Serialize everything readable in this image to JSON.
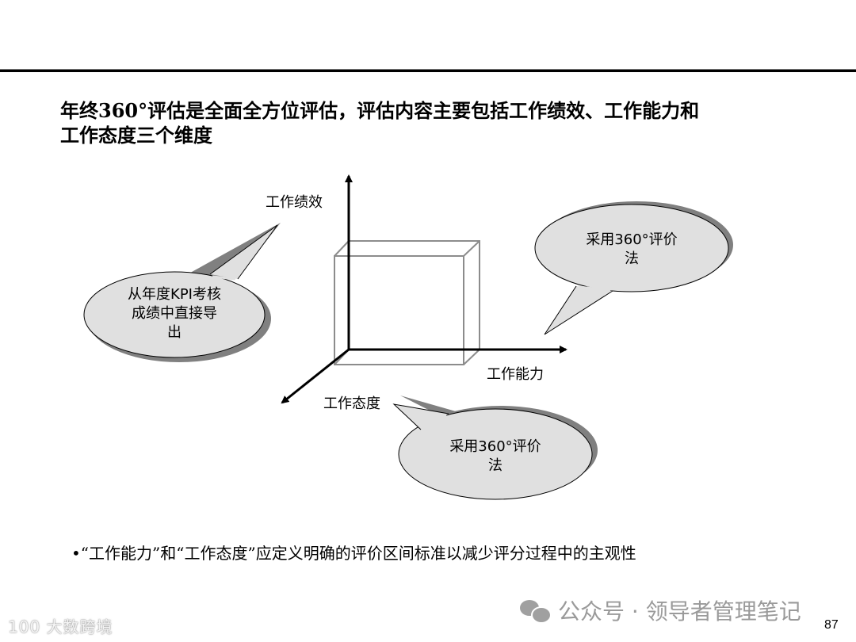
{
  "slide": {
    "headline_line1": "年终360°评估是全面全方位评估，评估内容主要包括工作绩效、工作能力和",
    "headline_line2": "工作态度三个维度",
    "page_number": "87"
  },
  "diagram": {
    "axes": {
      "vertical_label": "工作绩效",
      "horizontal_label": "工作能力",
      "depth_label": "工作态度"
    },
    "callouts": [
      {
        "id": "performance",
        "line1": "从年度KPI考核",
        "line2": "成绩中直接导",
        "line3": "出"
      },
      {
        "id": "ability",
        "line1": "采用360°评价",
        "line2": "法"
      },
      {
        "id": "attitude",
        "line1": "采用360°评价",
        "line2": "法"
      }
    ],
    "colors": {
      "callout_fill": "#e0e0e0",
      "callout_shadow": "#808080",
      "cube_line": "#8c8c8c",
      "axis": "#000000"
    }
  },
  "footer": {
    "bullet_note": "•“工作能力”和“工作态度”应定义明确的评价区间标准以减少评分过程中的主观性",
    "watermark_text": "公众号 · 领导者管理笔记",
    "logo_text": "100 大数跨境"
  }
}
